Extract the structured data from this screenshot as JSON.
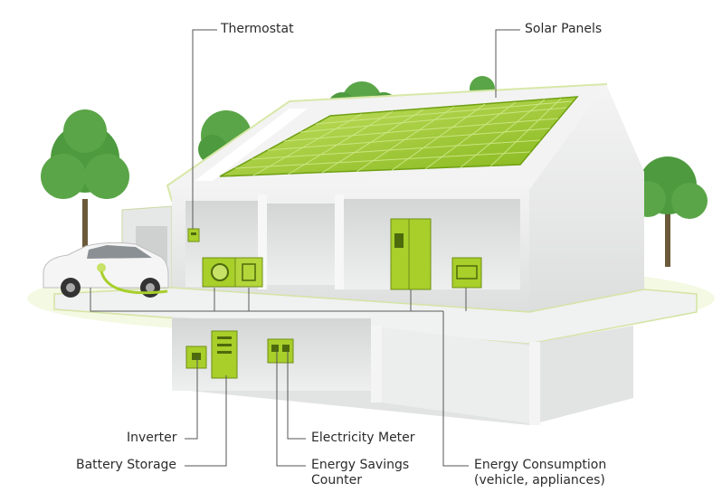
{
  "labels": {
    "thermostat": "Thermostat",
    "solar_panels": "Solar Panels",
    "inverter": "Inverter",
    "battery_storage": "Battery Storage",
    "electricity_meter": "Electricity Meter",
    "energy_savings_line1": "Energy Savings",
    "energy_savings_line2": "Counter",
    "energy_consumption_line1": "Energy Consumption",
    "energy_consumption_line2": "(vehicle, appliances)"
  },
  "colors": {
    "accent_green": "#a8cf2a",
    "panel_green": "#8cbf1f",
    "tree_green": "#4e9a3f",
    "wall_grey": "#e9eaea",
    "line_grey": "#555555"
  }
}
